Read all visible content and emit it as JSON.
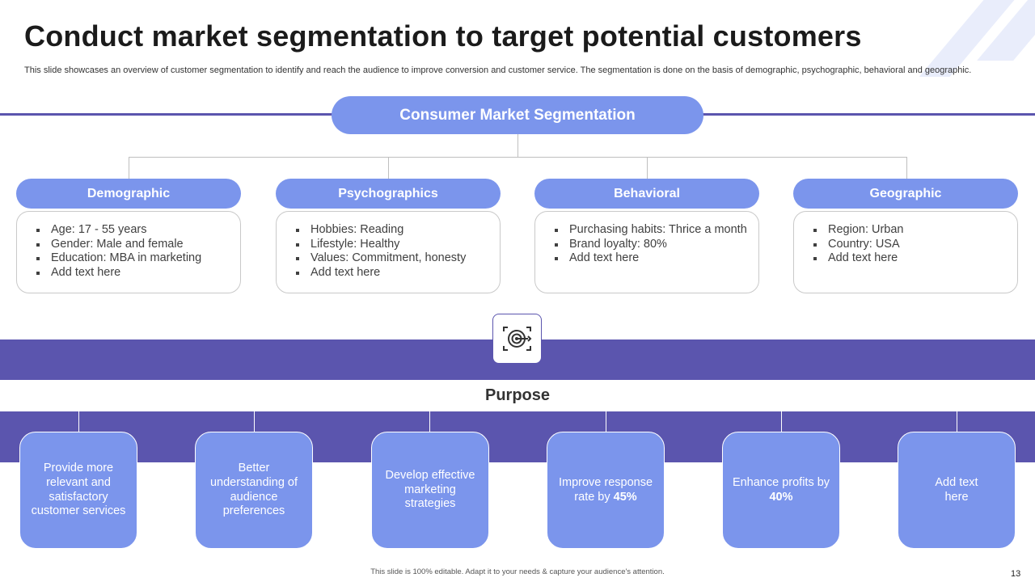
{
  "title": "Conduct market segmentation to target potential customers",
  "subtitle": "This slide showcases an overview of customer segmentation to identify and reach the audience to improve conversion and customer service. The segmentation is done on the basis of demographic, psychographic, behavioral and geographic.",
  "root_label": "Consumer Market Segmentation",
  "segments": [
    {
      "title": "Demographic",
      "items": [
        "Age: 17 - 55 years",
        "Gender: Male and female",
        "Education: MBA in marketing",
        "Add text here"
      ]
    },
    {
      "title": "Psychographics",
      "items": [
        "Hobbies: Reading",
        "Lifestyle: Healthy",
        "Values: Commitment, honesty",
        "Add text here"
      ]
    },
    {
      "title": "Behavioral",
      "items": [
        "Purchasing habits: Thrice a month",
        "Brand loyalty: 80%",
        "Add text here"
      ]
    },
    {
      "title": "Geographic",
      "items": [
        "Region: Urban",
        "Country: USA",
        "Add text here"
      ]
    }
  ],
  "center_icon": "target-icon",
  "purpose_label": "Purpose",
  "purposes": [
    {
      "text": "Provide more relevant and satisfactory customer services",
      "emphasis": ""
    },
    {
      "text": "Better understanding of audience preferences",
      "emphasis": ""
    },
    {
      "text": "Develop effective marketing strategies",
      "emphasis": ""
    },
    {
      "text": "Improve response rate by ",
      "emphasis": "45%"
    },
    {
      "text": "Enhance profits by ",
      "emphasis": "40%"
    },
    {
      "text": "Add text here",
      "emphasis": ""
    }
  ],
  "footer": "This slide is 100% editable. Adapt it to your needs & capture your audience's attention.",
  "page_number": "13",
  "colors": {
    "accent": "#7b95ec",
    "band": "#5b55ae",
    "decor": "#e9edfb"
  }
}
